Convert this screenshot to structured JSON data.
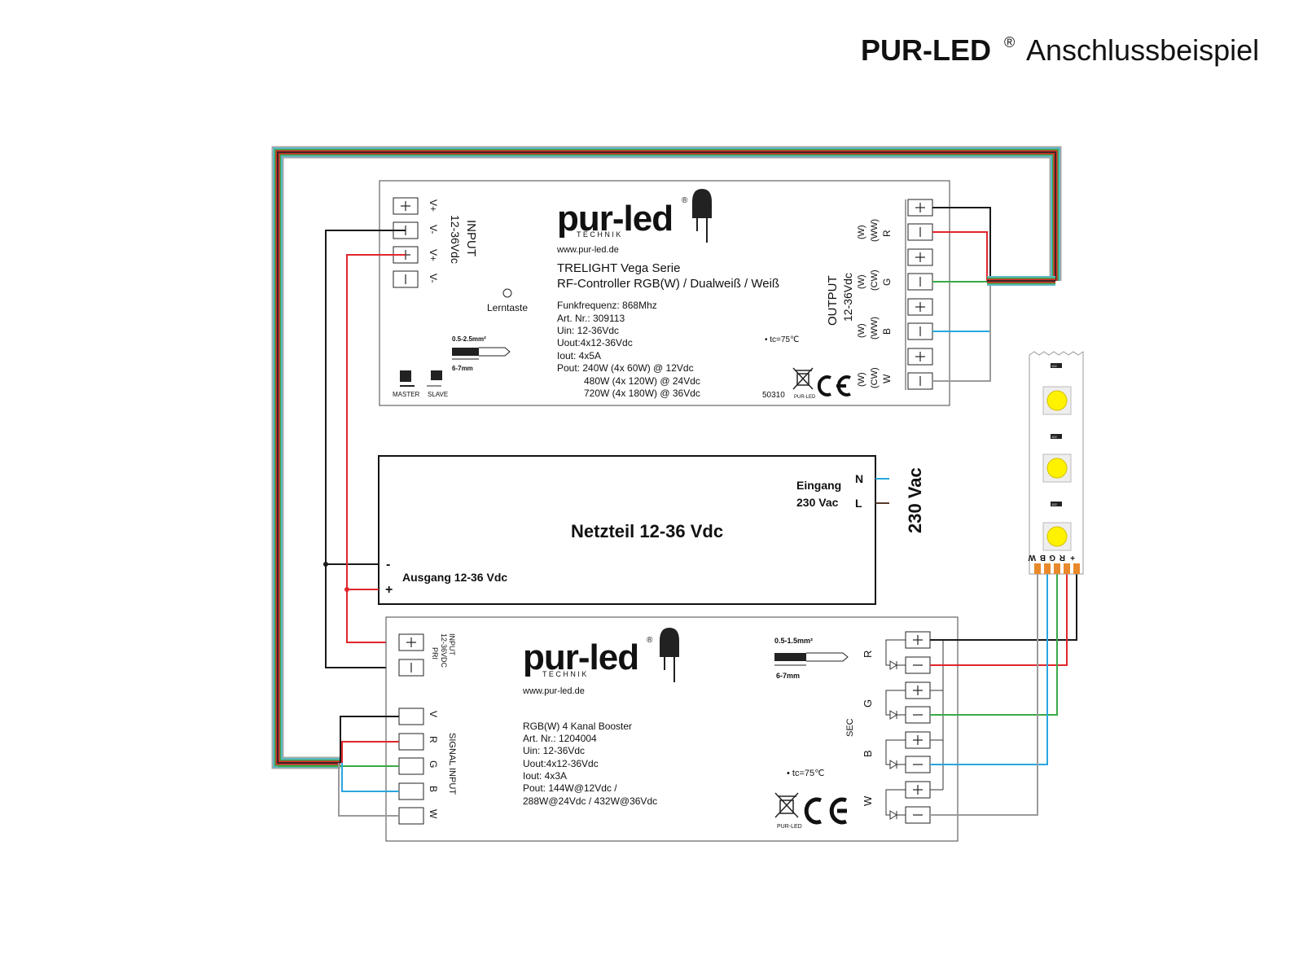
{
  "page_title": {
    "brand": "PUR-LED",
    "reg": "®",
    "rest": "Anschlussbeispiel"
  },
  "colors": {
    "black": "#1a1a1a",
    "red": "#e0262c",
    "green": "#3aa947",
    "blue": "#29a6df",
    "grey": "#9a9a9a",
    "brown": "#5a3a2a",
    "teal": "#5fb7c4"
  },
  "controller": {
    "logo": {
      "word": "pur-led",
      "reg": "®",
      "sub": "T E C H N I K"
    },
    "url": "www.pur-led.de",
    "title1": "TRELIGHT Vega Serie",
    "title2": "RF-Controller RGB(W) / Dualweiß / Weiß",
    "specs": [
      "Funkfrequenz: 868Mhz",
      "Art. Nr.: 309113",
      "Uin: 12-36Vdc",
      "Uout:4x12-36Vdc",
      "Iout: 4x5A",
      "Pout: 240W (4x   60W) @ 12Vdc",
      "480W (4x 120W) @ 24Vdc",
      "720W (4x 180W) @ 36Vdc"
    ],
    "input_title": "INPUT",
    "input_voltage": "12-36Vdc",
    "input_labels": [
      "V+",
      "V-",
      "V+",
      "V-"
    ],
    "learn_button": "Lerntaste",
    "wire_gauge": "0.5-2.5mm²",
    "strip_length": "6-7mm",
    "master_label": "MASTER",
    "slave_label": "SLAVE",
    "tc": "• tc=75℃",
    "code": "50310",
    "weee_label": "PUR-LED",
    "output_title": "OUTPUT",
    "output_voltage": "12-36Vdc",
    "channels": [
      {
        "name": "R",
        "alt1": "(WW)",
        "alt2": "(W)"
      },
      {
        "name": "G",
        "alt1": "(CW)",
        "alt2": "(W)"
      },
      {
        "name": "B",
        "alt1": "(WW)",
        "alt2": "(W)"
      },
      {
        "name": "W",
        "alt1": "(CW)",
        "alt2": "(W)"
      }
    ]
  },
  "psu": {
    "title": "Netzteil 12-36 Vdc",
    "input_label1": "Eingang",
    "input_label2": "230 Vac",
    "n_label": "N",
    "l_label": "L",
    "mains": "230 Vac",
    "output_label": "Ausgang 12-36 Vdc",
    "minus": "-",
    "plus": "+"
  },
  "booster": {
    "logo": {
      "word": "pur-led",
      "reg": "®",
      "sub": "T E C H N I K"
    },
    "url": "www.pur-led.de",
    "input_title": "INPUT",
    "input_voltage": "12-36VDC",
    "pri": "PRI",
    "signal_input": "SIGNAL  INPUT",
    "signal_labels": [
      "V",
      "R",
      "G",
      "B",
      "W"
    ],
    "specs": [
      "RGB(W) 4 Kanal Booster",
      "Art. Nr.: 1204004",
      "Uin: 12-36Vdc",
      "Uout:4x12-36Vdc",
      "Iout: 4x3A",
      "Pout: 144W@12Vdc /",
      "288W@24Vdc / 432W@36Vdc"
    ],
    "wire_gauge": "0.5-1.5mm²",
    "strip_length": "6-7mm",
    "tc": "• tc=75℃",
    "weee_label": "PUR-LED",
    "sec_label": "SEC",
    "channel_labels": [
      "R",
      "G",
      "B",
      "W"
    ]
  },
  "led_strip": {
    "pad_labels": [
      "W",
      "B",
      "G",
      "R",
      "+"
    ],
    "resistor_label": "102"
  }
}
